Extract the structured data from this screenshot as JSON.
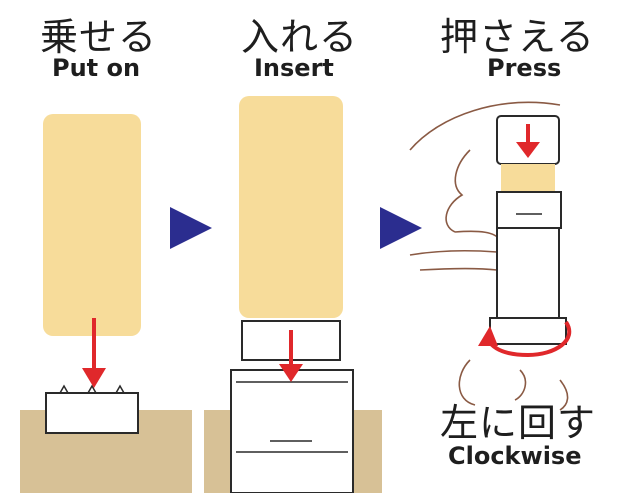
{
  "steps": [
    {
      "jp": "乗せる",
      "en": "Put on"
    },
    {
      "jp": "入れる",
      "en": "Insert"
    },
    {
      "jp": "押さえる",
      "en": "Press"
    }
  ],
  "twist": {
    "jp": "左に回す",
    "en": "Clockwise"
  },
  "colors": {
    "paper": "#f7dc9a",
    "table": "#d7c196",
    "arrow_red": "#e0282b",
    "triangle_blue": "#2b2d8f",
    "outline": "#2a2a2a"
  }
}
